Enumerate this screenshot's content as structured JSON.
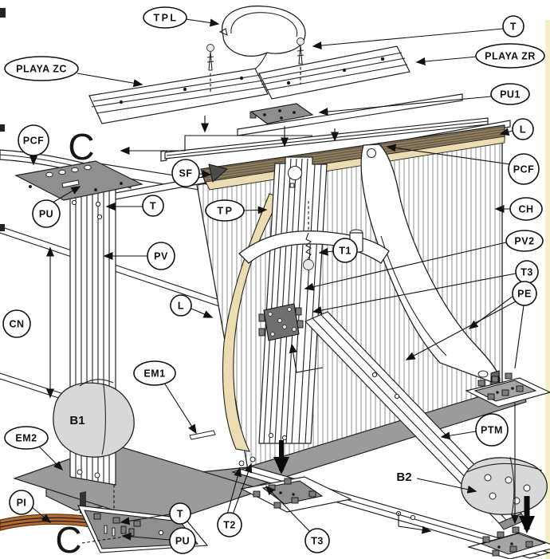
{
  "diagram": {
    "bubbles": {
      "tpl": "TPL",
      "t_top": "T",
      "playa_zc": "PLAYA ZC",
      "playa_zr": "PLAYA ZR",
      "pu1": "PU1",
      "l_top": "L",
      "pcf_left": "PCF",
      "sf": "SF",
      "pcf_right": "PCF",
      "pu_top": "PU",
      "t_left": "T",
      "tp": "TP",
      "ch": "CH",
      "pv2": "PV2",
      "t1": "T1",
      "pv": "PV",
      "t3_right": "T3",
      "pe": "PE",
      "l_mid": "L",
      "cn": "CN",
      "em1": "EM1",
      "ptm": "PTM",
      "em2": "EM2",
      "pi": "PI",
      "t_bottom": "T",
      "pu_bottom": "PU",
      "t2": "T2",
      "t3_bottom": "T3"
    },
    "letters": {
      "c_top": "C",
      "c_bottom": "C",
      "b1": "B1",
      "b2": "B2"
    },
    "colors": {
      "wood": "#8d7e63",
      "sand": "#ecdcb2",
      "base_gray": "#9b9b9b",
      "plate_gray": "#8f8f8f",
      "dark_plate": "#6f6f6f",
      "shield_gray": "#d8d8d8",
      "copper": "#b36a31",
      "bracket_gray": "#a5a5a5",
      "dark_wedge": "#4c4c4c",
      "page_edge": "#f5efc9",
      "ink": "#111111"
    }
  }
}
